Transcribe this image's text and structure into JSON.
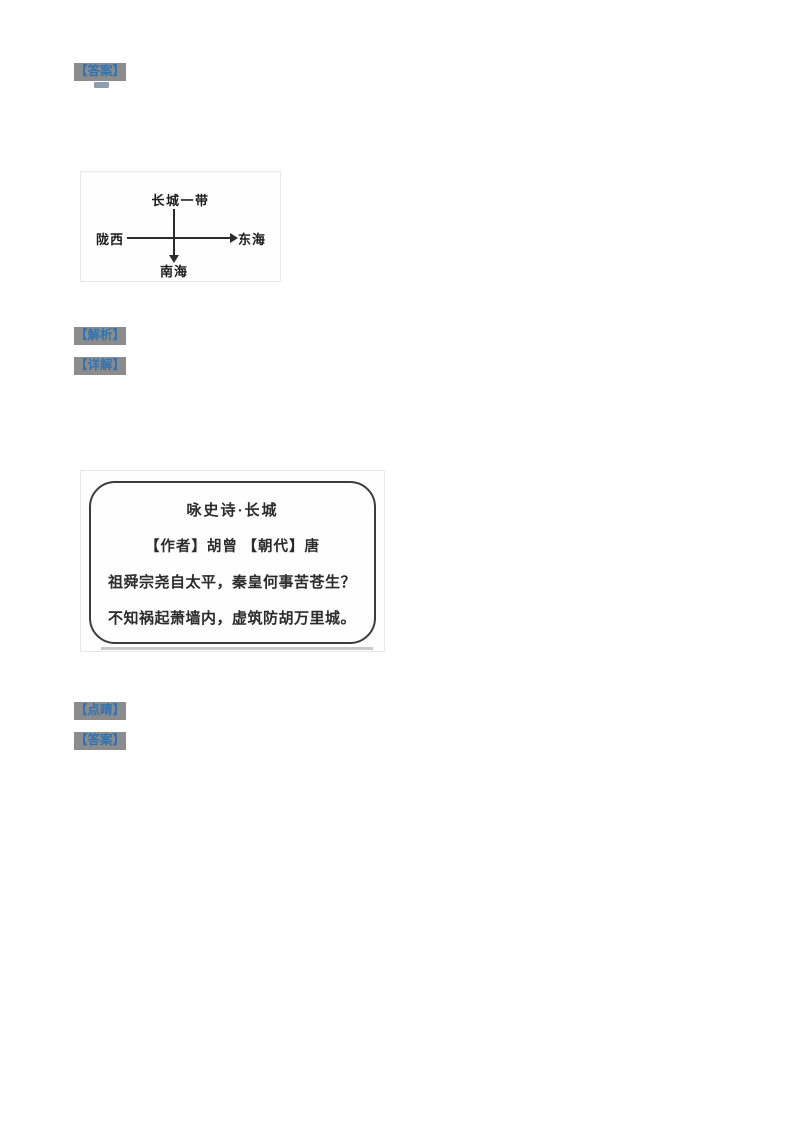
{
  "labels": [
    {
      "id": "answer-1",
      "text": "【答案】"
    },
    {
      "id": "analysis",
      "text": "【解析】"
    },
    {
      "id": "detail",
      "text": "【详解】"
    },
    {
      "id": "key-point",
      "text": "【点睛】"
    },
    {
      "id": "answer-2",
      "text": "【答案】"
    }
  ],
  "colors": {
    "label_text": "#2e74b5",
    "label_shading": "#8c8c8c",
    "ink": "#2b2b2b",
    "page_bg": "#ffffff"
  },
  "diagram": {
    "top_label": "长城一带",
    "left_label": "陇西",
    "right_label": "东海",
    "bottom_label": "南海"
  },
  "poem": {
    "title": "咏史诗·长城",
    "byline": "【作者】胡曾 【朝代】唐",
    "verse1": "祖舜宗尧自太平，秦皇何事苦苍生？",
    "verse2": "不知祸起萧墙内，虚筑防胡万里城。"
  }
}
